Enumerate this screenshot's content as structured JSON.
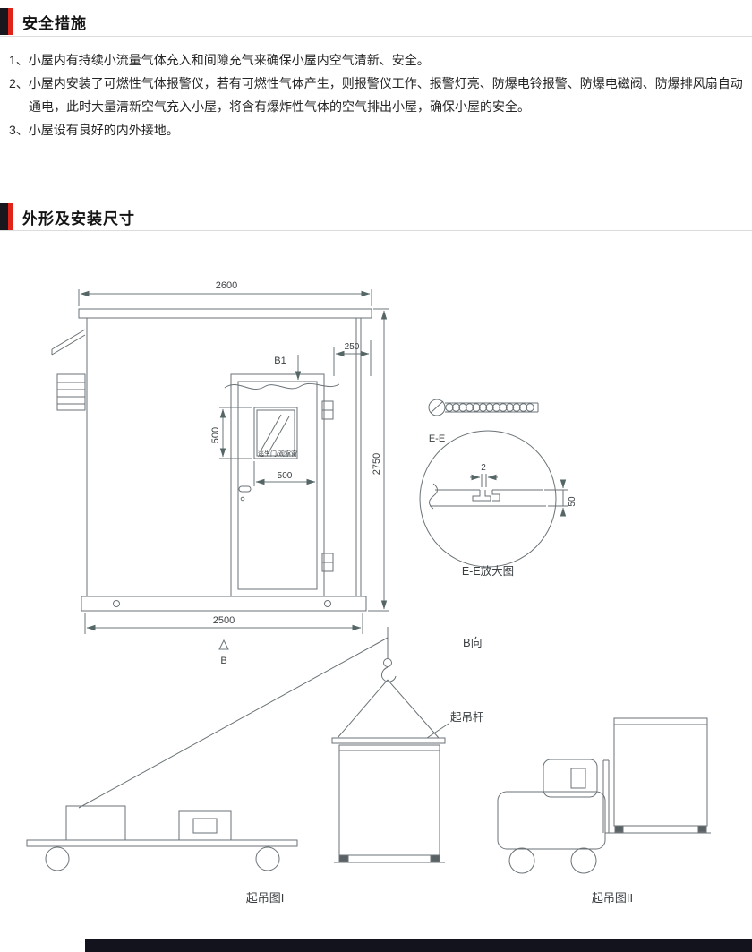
{
  "sections": {
    "safety": {
      "title": "安全措施",
      "items": [
        "1、小屋内有持续小流量气体充入和间隙充气来确保小屋内空气清新、安全。",
        "2、小屋内安装了可燃性气体报警仪，若有可燃性气体产生，则报警仪工作、报警灯亮、防爆电铃报警、防爆电磁阀、防爆排风扇自动通电，此时大量清新空气充入小屋，将含有爆炸性气体的空气排出小屋，确保小屋的安全。",
        "3、小屋设有良好的内外接地。"
      ]
    },
    "outline": {
      "title": "外形及安装尺寸"
    }
  },
  "drawing": {
    "dims": {
      "top_width": "2600",
      "right_offset": "250",
      "height": "2750",
      "window_height": "500",
      "window_width": "500",
      "base_width": "2500",
      "gap": "2",
      "seam_height": "50"
    },
    "labels": {
      "b1": "B1",
      "b": "B",
      "b_view": "B向",
      "door": "逃生门/观察窗",
      "ee": "E-E",
      "ee_detail": "E-E放大图",
      "lift_rod": "起吊杆",
      "lift1": "起吊图I",
      "lift2": "起吊图II"
    }
  }
}
